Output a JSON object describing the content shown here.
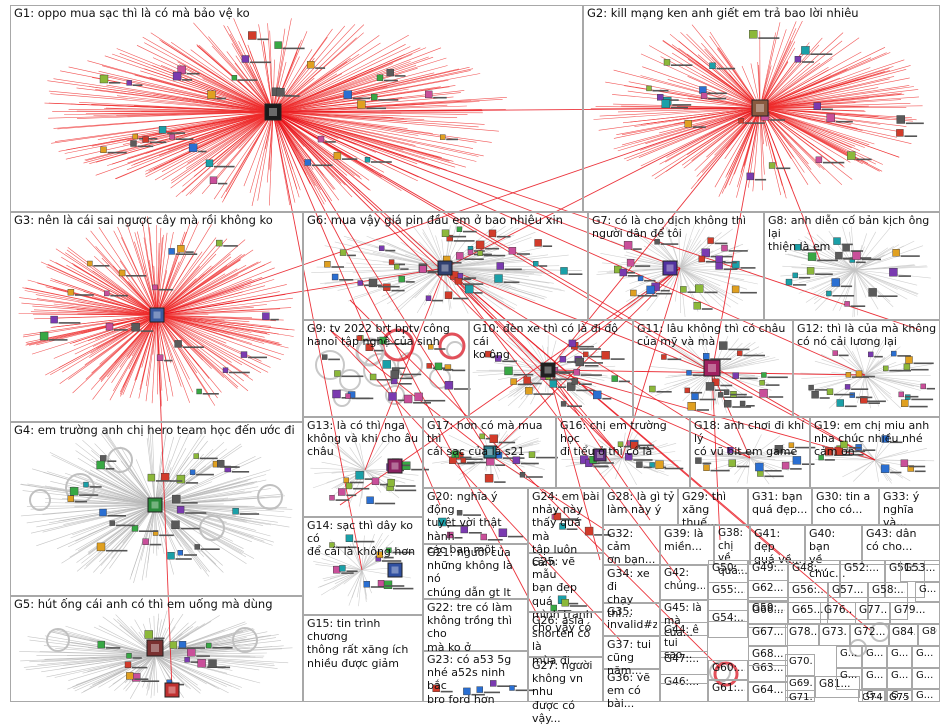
{
  "panels": [
    {
      "id": "g1",
      "label": "G1: oppo mua sạc thì là có mà bảo vệ ko"
    },
    {
      "id": "g2",
      "label": "G2: kill mạng ken anh giết em trả bao lời nhiêu"
    },
    {
      "id": "g3",
      "label": "G3: nên là cái sai ngược cây mà rồi không ko"
    },
    {
      "id": "g4",
      "label": "G4: em trường anh chị hero team học đến ước đi"
    },
    {
      "id": "g5",
      "label": "G5: hút ống cái anh có thì em uống mà dùng"
    },
    {
      "id": "g6",
      "label": "G6: mua vậy giá pin đầu em ở bao nhiêu xin"
    },
    {
      "id": "g7",
      "label": "G7: có là cho dịch không thì\nngười dân để tôi"
    },
    {
      "id": "g8",
      "label": "G8: anh diễn cố bản kịch ông lại\nthiện là em"
    },
    {
      "id": "g9",
      "label": "G9: tv 2022 brt bptv công\nhanoi tập nghệ của sinh"
    },
    {
      "id": "g10",
      "label": "G10: đèn xe thì có là đi độ cái\nko ông"
    },
    {
      "id": "g11",
      "label": "G11: lâu không thì có châu\ncủa mỹ và mà"
    },
    {
      "id": "g12",
      "label": "G12: thì là của mà không\ncó nó cải lương lại"
    },
    {
      "id": "g13",
      "label": "G13: là có thì nga\nkhông và khi cho âu\nchâu"
    },
    {
      "id": "g14",
      "label": "G14: sạc thì dây ko có\nđể cái là không hơn"
    },
    {
      "id": "g15",
      "label": "G15: tin trình chương\nthông rất xăng ích\nnhiều được giảm"
    },
    {
      "id": "g16",
      "label": "G16: chị em trường học\nđi tiểu ở thì có là"
    },
    {
      "id": "g17",
      "label": "G17: hơn có mà mua thì\ncái sạc của là s21"
    },
    {
      "id": "g18",
      "label": "G18: anh chơi đi khí lý\ncó vũ bit em game"
    },
    {
      "id": "g19",
      "label": "G19: em chị miu anh\nnha chúc nhiều nhé\ncảm ơn"
    },
    {
      "id": "g20",
      "label": "G20: nghĩa ý động\ntuyệt vời thật hành\ncác bạn một"
    },
    {
      "id": "g21",
      "label": "G21: người của\nnhững không là nó\nchúng dẫn gt lt"
    },
    {
      "id": "g22",
      "label": "G22: tre có làm\nkhông trồng thì cho\nmà ko ở"
    },
    {
      "id": "g23",
      "label": "G23: có a53 5g\nnhé a52s ninh bắc\nbro ford hơn"
    },
    {
      "id": "g24",
      "label": "G24: em bài\nnhảy này\nthấy quá mà\ntập luôn cảm"
    },
    {
      "id": "g25",
      "label": "G25: vẽ mẫu\nbạn đẹp quá\nmình tranh\ncho vậy có"
    },
    {
      "id": "g26",
      "label": "G26: asia\nshorten có là\nmùa đi..."
    },
    {
      "id": "g27",
      "label": "G27: người\nkhông vn nhu\nđược có vậy..."
    },
    {
      "id": "g28",
      "label": "G28: là gì tỷ\nlàm này ý"
    },
    {
      "id": "g29",
      "label": "G29: thì\nxăng thuế..."
    },
    {
      "id": "g30",
      "label": "G30: tin a\ncho có..."
    },
    {
      "id": "g31",
      "label": "G31: bạn\nquá đẹp..."
    },
    {
      "id": "g32",
      "label": "G32: cảm\nơn bạn..."
    },
    {
      "id": "g33",
      "label": "G33: ý\nnghĩa và..."
    },
    {
      "id": "g34",
      "label": "G34: xe đi\nchạy thì..."
    },
    {
      "id": "g35",
      "label": "G35:\ninvalid#zc..."
    },
    {
      "id": "g36",
      "label": "G36: vẽ\nem có bài..."
    },
    {
      "id": "g37",
      "label": "G37: tui\ncũng năm..."
    },
    {
      "id": "g38",
      "label": "G38: chị\nvề quá..."
    },
    {
      "id": "g39",
      "label": "G39: là\nmiền..."
    },
    {
      "id": "g40",
      "label": "G40: bạn\nvề chúc..."
    },
    {
      "id": "g41",
      "label": "G41: đẹp\nquá về..."
    },
    {
      "id": "g42",
      "label": "G42:\nchúng..."
    },
    {
      "id": "g43",
      "label": "G43: dân\ncó cho..."
    },
    {
      "id": "g44",
      "label": "G44: ê\ntui sao..."
    },
    {
      "id": "g45",
      "label": "G45: là\nmà của..."
    },
    {
      "id": "g46",
      "label": "G46:..."
    },
    {
      "id": "g47",
      "label": "G47:..."
    },
    {
      "id": "g48",
      "label": "G48:..."
    },
    {
      "id": "g49",
      "label": "G49:..."
    },
    {
      "id": "g50",
      "label": "G50:..."
    },
    {
      "id": "g51",
      "label": "G51:..."
    },
    {
      "id": "g52",
      "label": "G52:..."
    },
    {
      "id": "g53",
      "label": "G53..."
    },
    {
      "id": "g54",
      "label": "G54:..."
    },
    {
      "id": "g55",
      "label": "G55:..."
    },
    {
      "id": "g56",
      "label": "G56:..."
    },
    {
      "id": "g57",
      "label": "G57..."
    },
    {
      "id": "g58",
      "label": "G58:..."
    },
    {
      "id": "g59",
      "label": "G59:..."
    },
    {
      "id": "g60",
      "label": "G60:..."
    },
    {
      "id": "g61",
      "label": "G61:..."
    },
    {
      "id": "g62",
      "label": "G62..."
    },
    {
      "id": "g63",
      "label": "G63..."
    },
    {
      "id": "g64",
      "label": "G64..."
    },
    {
      "id": "g65",
      "label": "G65..."
    },
    {
      "id": "g66",
      "label": "G66..."
    },
    {
      "id": "g67",
      "label": "G67..."
    },
    {
      "id": "g68",
      "label": "G68..."
    },
    {
      "id": "g69",
      "label": "G69..."
    },
    {
      "id": "g70",
      "label": "G70..."
    },
    {
      "id": "g71",
      "label": "G71..."
    },
    {
      "id": "g72",
      "label": "G72..."
    },
    {
      "id": "g73",
      "label": "G73..."
    },
    {
      "id": "g74",
      "label": "G74..."
    },
    {
      "id": "g75",
      "label": "G75..."
    },
    {
      "id": "g76",
      "label": "G76..."
    },
    {
      "id": "g77",
      "label": "G77..."
    },
    {
      "id": "g78",
      "label": "G78..."
    },
    {
      "id": "g79",
      "label": "G79..."
    },
    {
      "id": "g80",
      "label": "G80..."
    },
    {
      "id": "g81",
      "label": "G81..."
    },
    {
      "id": "g82",
      "label": "G..."
    },
    {
      "id": "g83",
      "label": "G..."
    },
    {
      "id": "g84",
      "label": "G84..."
    },
    {
      "id": "g85",
      "label": "G..."
    },
    {
      "id": "g86",
      "label": "G..."
    },
    {
      "id": "g87",
      "label": "G..."
    },
    {
      "id": "g88",
      "label": "G..."
    },
    {
      "id": "g89",
      "label": "G..."
    },
    {
      "id": "g90",
      "label": "G..."
    },
    {
      "id": "g91",
      "label": "G..."
    },
    {
      "id": "g92",
      "label": "G..."
    },
    {
      "id": "g93",
      "label": "G..."
    },
    {
      "id": "g94",
      "label": "G..."
    }
  ],
  "colors": {
    "panel_border": "#a8a8a8",
    "cross_edge": "#e8101a",
    "hub_edge_red": "#ee2a2a",
    "hub_edge_gray": "#bcbcbc"
  }
}
